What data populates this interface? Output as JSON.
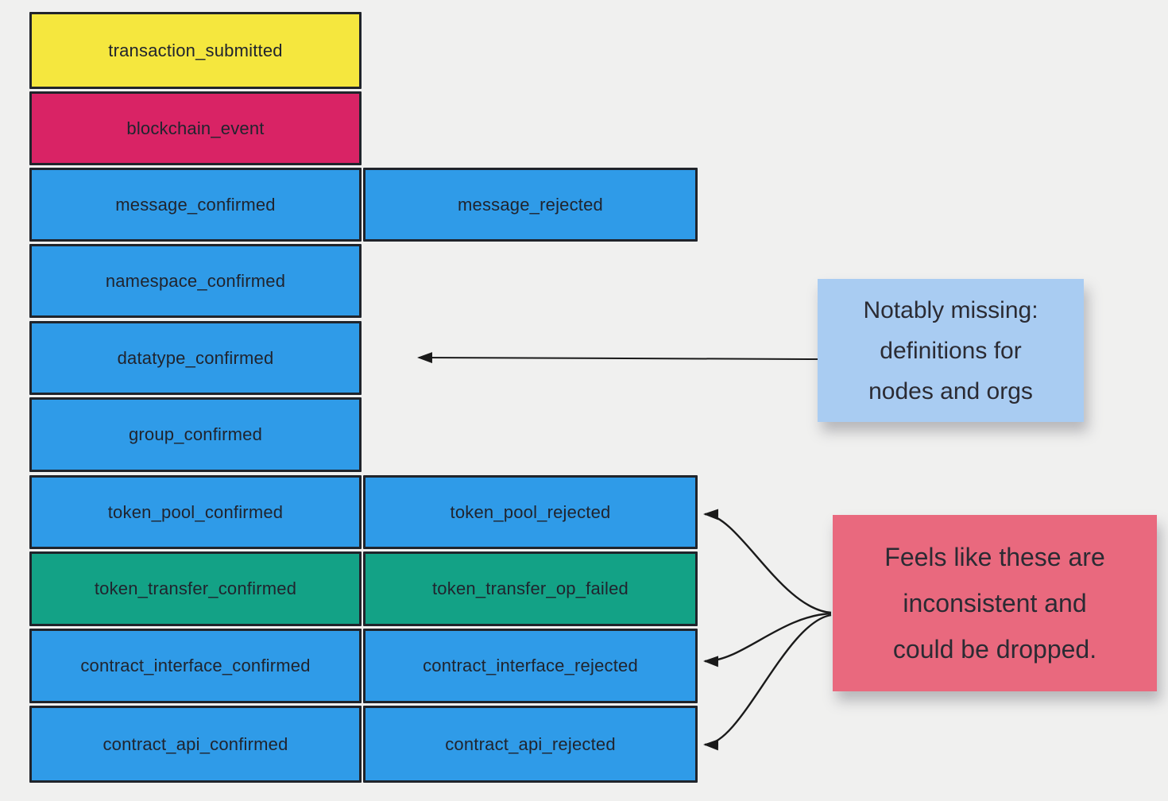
{
  "palette": {
    "yellow": "#F5E73E",
    "magenta": "#D92365",
    "blue": "#2F9BE8",
    "green": "#13A286",
    "box_border": "#20242B",
    "note_blue": "#A9CCF2",
    "note_pink": "#E9697E",
    "background": "#F0F0EF",
    "arrow": "#1A1A1A"
  },
  "diagram": {
    "rows": [
      {
        "left": {
          "label": "transaction_submitted",
          "color": "yellow"
        },
        "right": null
      },
      {
        "left": {
          "label": "blockchain_event",
          "color": "magenta"
        },
        "right": null
      },
      {
        "left": {
          "label": "message_confirmed",
          "color": "blue"
        },
        "right": {
          "label": "message_rejected",
          "color": "blue"
        }
      },
      {
        "left": {
          "label": "namespace_confirmed",
          "color": "blue"
        },
        "right": null
      },
      {
        "left": {
          "label": "datatype_confirmed",
          "color": "blue"
        },
        "right": null
      },
      {
        "left": {
          "label": "group_confirmed",
          "color": "blue"
        },
        "right": null
      },
      {
        "left": {
          "label": "token_pool_confirmed",
          "color": "blue"
        },
        "right": {
          "label": "token_pool_rejected",
          "color": "blue"
        }
      },
      {
        "left": {
          "label": "token_transfer_confirmed",
          "color": "green"
        },
        "right": {
          "label": "token_transfer_op_failed",
          "color": "green"
        }
      },
      {
        "left": {
          "label": "contract_interface_confirmed",
          "color": "blue"
        },
        "right": {
          "label": "contract_interface_rejected",
          "color": "blue"
        }
      },
      {
        "left": {
          "label": "contract_api_confirmed",
          "color": "blue"
        },
        "right": {
          "label": "contract_api_rejected",
          "color": "blue"
        }
      }
    ]
  },
  "notes": {
    "missing": {
      "text": "Notably missing: definitions for nodes and orgs",
      "lines": [
        "Notably missing:",
        "definitions for",
        "nodes and orgs"
      ],
      "color": "#A9CCF2"
    },
    "inconsistent": {
      "text": "Feels like these are inconsistent and could be dropped.",
      "lines": [
        "Feels like these are",
        "inconsistent and",
        "could be dropped."
      ],
      "color": "#E9697E"
    }
  },
  "arrows": [
    {
      "from": "note-missing",
      "to": "datatype_confirmed",
      "style": "straight"
    },
    {
      "from": "note-inconsistent",
      "to": "token_pool_rejected",
      "style": "curved"
    },
    {
      "from": "note-inconsistent",
      "to": "contract_interface_rejected",
      "style": "curved"
    },
    {
      "from": "note-inconsistent",
      "to": "contract_api_rejected",
      "style": "curved"
    }
  ]
}
